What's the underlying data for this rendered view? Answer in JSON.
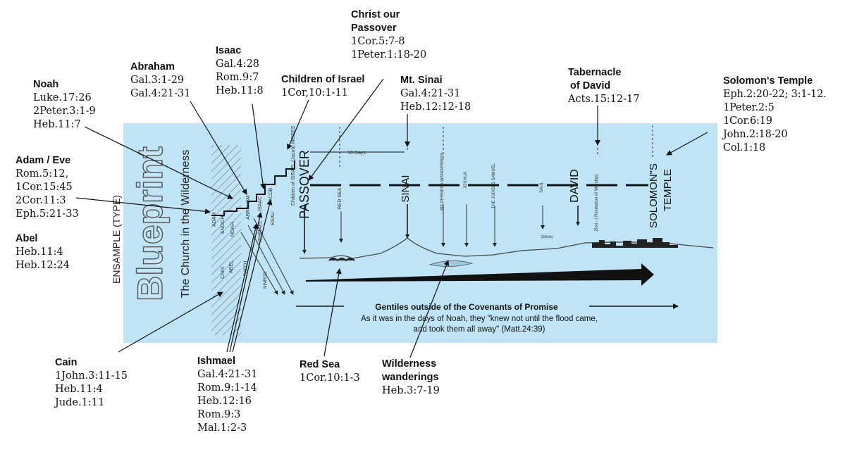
{
  "callouts": {
    "noah": {
      "title": "Noah",
      "refs": [
        "Luke.17:26",
        "2Peter.3:1-9",
        "Heb.11:7"
      ]
    },
    "abraham": {
      "title": "Abraham",
      "refs": [
        "Gal.3:1-29",
        "Gal.4:21-31"
      ]
    },
    "isaac": {
      "title": "Isaac",
      "refs": [
        "Gal.4:28",
        "Rom.9:7",
        "Heb.11:8"
      ]
    },
    "christ_passover": {
      "title_lines": [
        "Christ our",
        "Passover"
      ],
      "refs": [
        "1Cor.5:7-8",
        "1Peter.1:18-20"
      ]
    },
    "children_israel": {
      "title": "Children of Israel",
      "refs": [
        "1Cor,10:1-11"
      ]
    },
    "mt_sinai": {
      "title": "Mt. Sinai",
      "refs": [
        "Gal.4:21-31",
        "Heb.12:12-18"
      ]
    },
    "tabernacle": {
      "title_lines": [
        "Tabernacle",
        "of David"
      ],
      "refs": [
        "Acts.15:12-17"
      ]
    },
    "solomons_temple": {
      "title": "Solomon's Temple",
      "refs": [
        "Eph.2:20-22; 3:1-12.",
        "1Peter.2:5",
        "1Cor.6:19",
        "John.2:18-20",
        "Col.1:18"
      ]
    },
    "adam_eve": {
      "title": "Adam / Eve",
      "refs": [
        "Rom.5:12,",
        "1Cor.15:45",
        "2Cor.11:3",
        "Eph.5:21-33"
      ]
    },
    "abel": {
      "title": "Abel",
      "refs": [
        "Heb.11:4",
        "Heb.12:24"
      ]
    },
    "cain": {
      "title": "Cain",
      "refs": [
        "1John.3:11-15",
        "Heb.11:4",
        "Jude.1:11"
      ]
    },
    "ishmael": {
      "title": "Ishmael",
      "refs": [
        "Gal.4:21-31",
        "Rom.9:1-14",
        "Heb.12:16",
        "Rom.9:3",
        "Mal.1:2-3"
      ]
    },
    "red_sea": {
      "title": "Red Sea",
      "refs": [
        "1Cor.10:1-3"
      ]
    },
    "wilderness": {
      "title_lines": [
        "Wilderness",
        "wanderings"
      ],
      "refs": [
        "Heb.3:7-19"
      ]
    }
  },
  "blueprint": {
    "side_label": "ENSAMPLE (TYPE)",
    "big_title": "Blueprint",
    "subtitle": "The Church in the Wilderness",
    "fifty_days": "50 Days",
    "labels": {
      "passover": "PASSOVER",
      "red_sea": "RED SEA",
      "sinai": "SINAI",
      "wilderness": "WILDERNESS WANDERINGS",
      "joshua": "JOSHUA",
      "judges": "THE JUDGES SAMUEL",
      "saul": "SAUL",
      "david": "DAVID",
      "zion": "Zion - ( Revelation of Worship)",
      "solomon_1": "SOLOMON\"S",
      "solomon_2": "TEMPLE",
      "shiloh": "(Shiloh)",
      "adam": "ADAM",
      "enoch": "ENOCH",
      "noah": "NOAH",
      "abraham": "ABRAHAM",
      "isaac": "ISAAC",
      "jacob": "JACOB",
      "ishmael": "ISHMAEL",
      "esau": "ESAU",
      "cain": "CAIN",
      "abel": "ABEL",
      "moses": "Children of ISRAEL (Jacob) MOSES",
      "nephilim": "RARCH",
      "nimrod": "NIMROD"
    },
    "gentiles_title": "Gentiles outside of the Covenants of Promise",
    "gentiles_line1": "As it was in the days of Noah, they \"knew not until the flood came,",
    "gentiles_line2": "and took them all away\" (Matt.24:39)"
  },
  "colors": {
    "panel": "#bfe4f6",
    "ink": "#111111"
  }
}
